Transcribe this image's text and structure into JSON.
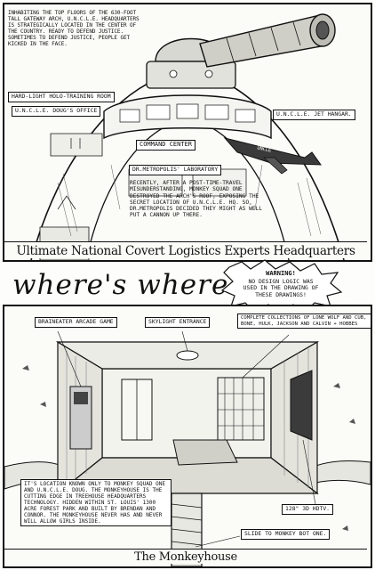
{
  "top_panel": {
    "intro_caption": "Inhabiting the top floors of the 630-foot tall Gateway Arch, U.N.C.L.E. Headquarters is strategically located in the center of the country. Ready to defend justice. Sometimes to defend justice, people get kicked in the face.",
    "labels": {
      "holo_room": "Hard-light Holo-training room",
      "doug_office": "U.N.C.L.E. Doug's Office",
      "jet_hangar": "U.N.C.L.E. Jet Hangar.",
      "command_center": "Command Center",
      "laboratory": "Dr.Metropolis' Laboratory",
      "jet_text": "UNCLE"
    },
    "roof_caption": "Recently, after a post-time-travel misunderstanding, Monkey Squad One destroyed the Arch's roof, exposing the secret location of U.N.C.L.E. HQ. So, Dr.Metropolis decided they might as well put a cannon up there.",
    "banner": "Ultimate National Covert Logistics Experts Headquarters"
  },
  "middle": {
    "title": "where's where...",
    "warning_head": "Warning!",
    "warning_body": "No design logic was used in the drawing of these drawings!"
  },
  "bottom_panel": {
    "labels": {
      "arcade": "Braineater Arcade Game",
      "skylight": "Skylight Entrance",
      "collections": "Complete collections of Lone Wolf and Cub, Bone, Hulk, Jackson and Calvin + Hobbes",
      "hdtv": "128\" 3D HDTV.",
      "slide": "Slide to Monkey Bot One."
    },
    "caption": "It's location known only to Monkey Squad One and U.N.C.L.E. Doug. The Monkeyhouse is the cutting edge in treehouse headquarters technology. Hidden within St. Louis' 1300 acre Forest Park and built by Brendan and Connor. The Monkeyhouse never has and never will allow girls inside.",
    "banner": "The Monkeyhouse"
  }
}
